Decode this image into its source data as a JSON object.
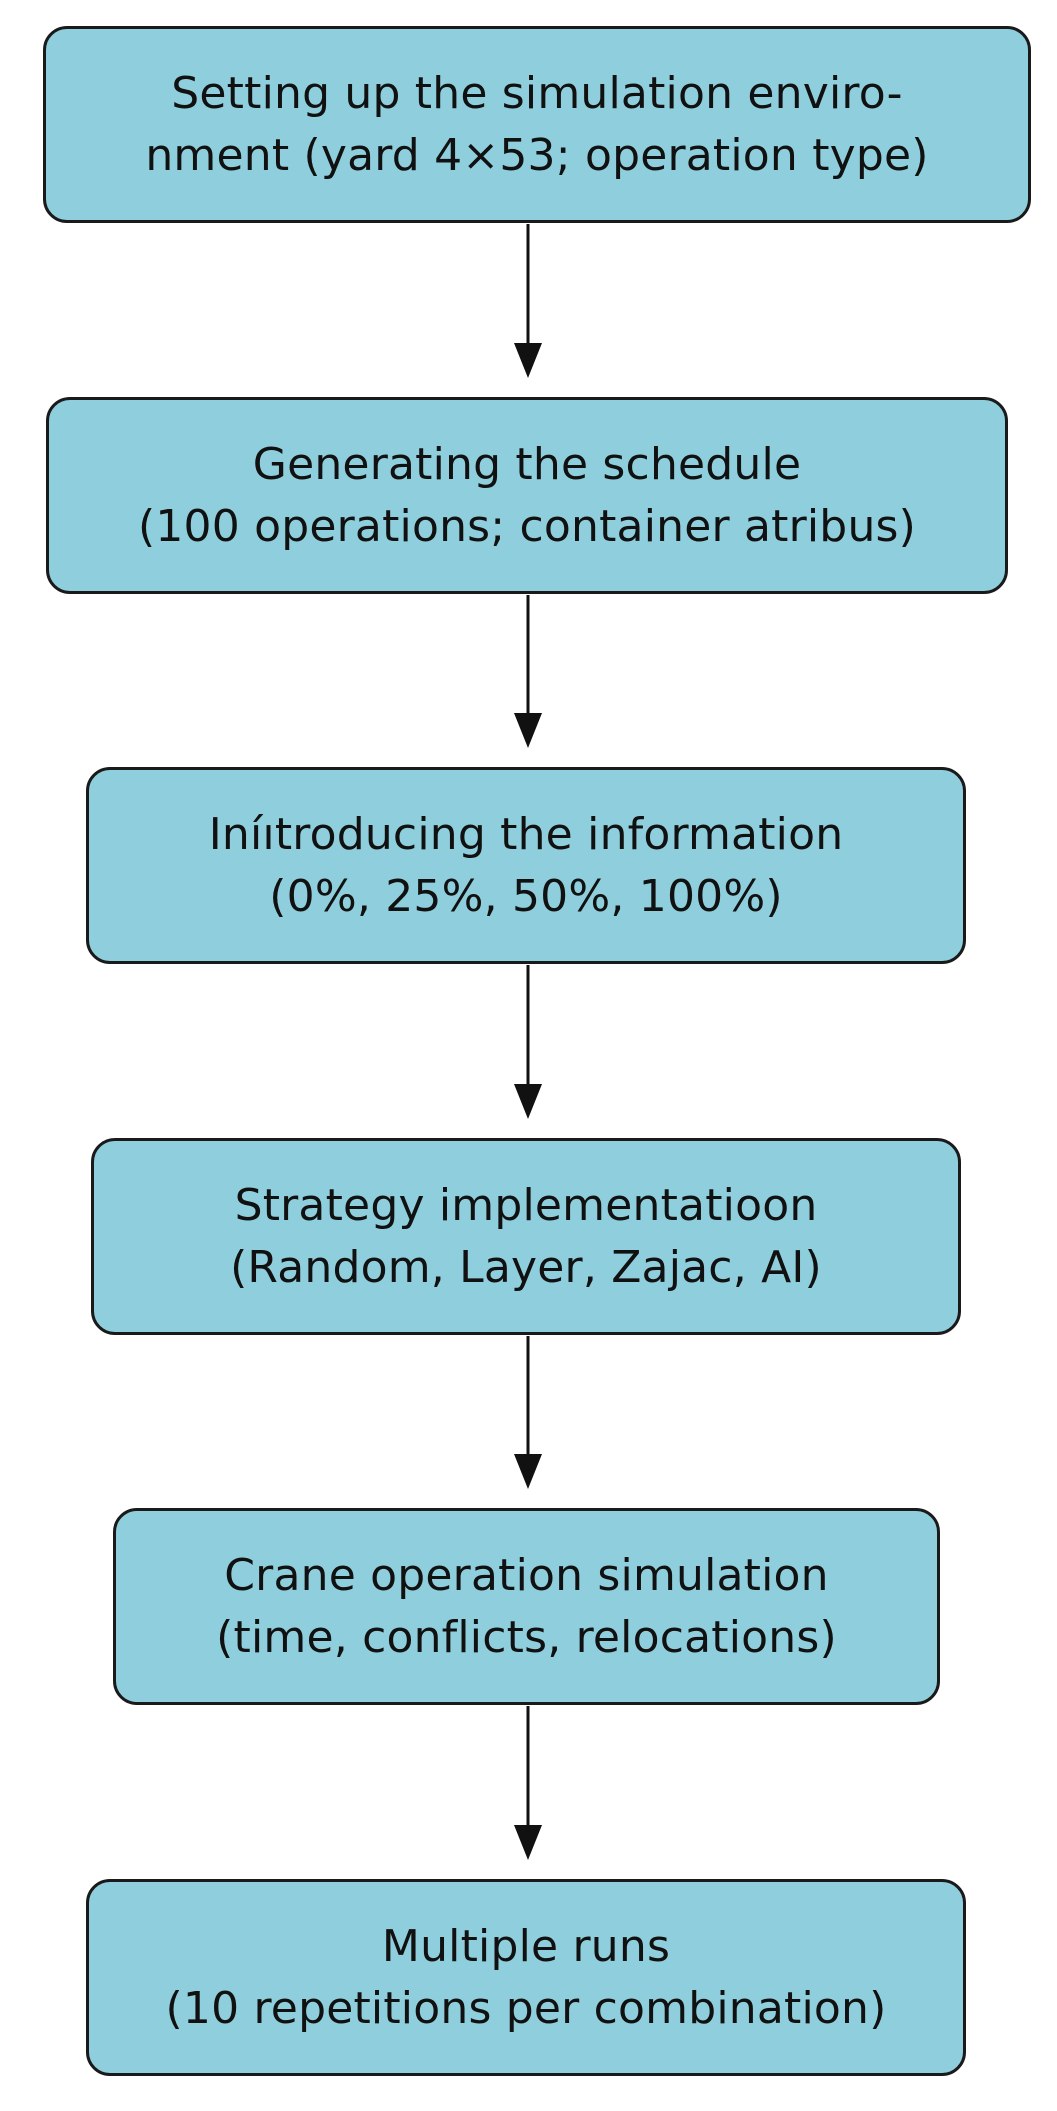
{
  "steps": [
    {
      "line1": "Setting up the simulation enviro-",
      "line2": "nment (yard 4×53; operation type)"
    },
    {
      "line1": "Generating the schedule",
      "line2": "(100 operations; container atribus)"
    },
    {
      "line1": "Iníıtroducing the information",
      "line2": "(0%, 25%, 50%, 100%)"
    },
    {
      "line1": "Strategy implementatioon",
      "line2": "(Random, Layer, Zajac, AI)"
    },
    {
      "line1": "Crane operation simulation",
      "line2": "(time, conflicts, relocations)"
    },
    {
      "line1": "Multiple runs",
      "line2": "(10 repetitions per combination)"
    }
  ],
  "colors": {
    "box_fill": "#8fcfdd",
    "box_border": "#1a1a1a",
    "arrow": "#111111",
    "text": "#111111"
  }
}
